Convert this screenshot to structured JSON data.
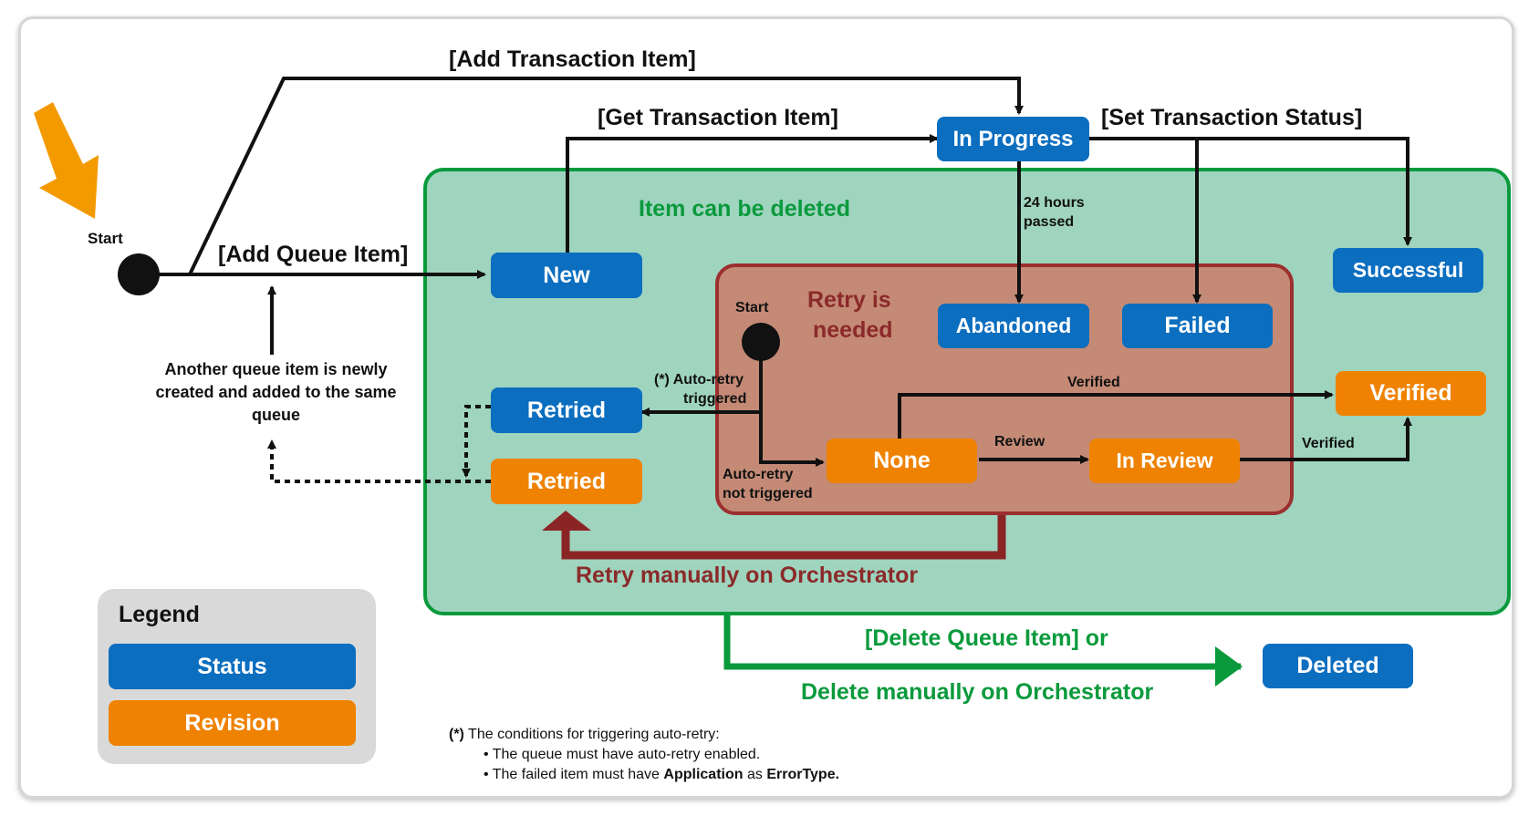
{
  "labels": {
    "start_outer": "Start",
    "start_inner": "Start",
    "add_transaction_item": "[Add Transaction Item]",
    "get_transaction_item": "[Get Transaction Item]",
    "set_transaction_status": "[Set Transaction Status]",
    "add_queue_item": "[Add Queue Item]",
    "item_can_be_deleted": "Item can be deleted",
    "retry_is_needed_line1": "Retry is",
    "retry_is_needed_line2": "needed",
    "hours_passed_line1": "24 hours",
    "hours_passed_line2": "passed",
    "auto_retry_triggered_line1": "(*) Auto-retry",
    "auto_retry_triggered_line2": "triggered",
    "auto_retry_not_triggered_line1": "Auto-retry",
    "auto_retry_not_triggered_line2": "not triggered",
    "verified_top": "Verified",
    "verified_right": "Verified",
    "review": "Review",
    "another_queue_item_line1": "Another queue item is newly",
    "another_queue_item_line2": "created and added to the same",
    "another_queue_item_line3": "queue",
    "retry_manually": "Retry manually on Orchestrator",
    "delete_line1": "[Delete Queue Item] or",
    "delete_line2": "Delete manually on Orchestrator"
  },
  "states": {
    "in_progress": "In Progress",
    "new": "New",
    "successful": "Successful",
    "abandoned": "Abandoned",
    "failed": "Failed",
    "retried_status": "Retried",
    "retried_revision": "Retried",
    "verified": "Verified",
    "none": "None",
    "in_review": "In Review",
    "deleted": "Deleted"
  },
  "legend": {
    "title": "Legend",
    "status": "Status",
    "revision": "Revision"
  },
  "footnote": {
    "marker": "(*)",
    "intro": " The conditions for triggering auto-retry:",
    "bullet1": "• The queue must have auto-retry enabled.",
    "bullet2_pre": "• The failed item must have ",
    "bullet2_bold1": "Application",
    "bullet2_mid": " as ",
    "bullet2_bold2": "ErrorType."
  },
  "colors": {
    "status": "#0b6ebf",
    "revision": "#ef8200",
    "deletable_region": "#9fd4bf",
    "deletable_border": "#0a9a3c",
    "retry_region": "#c48a76",
    "retry_border": "#9c2f2f",
    "start_arrow": "#f39a00"
  }
}
